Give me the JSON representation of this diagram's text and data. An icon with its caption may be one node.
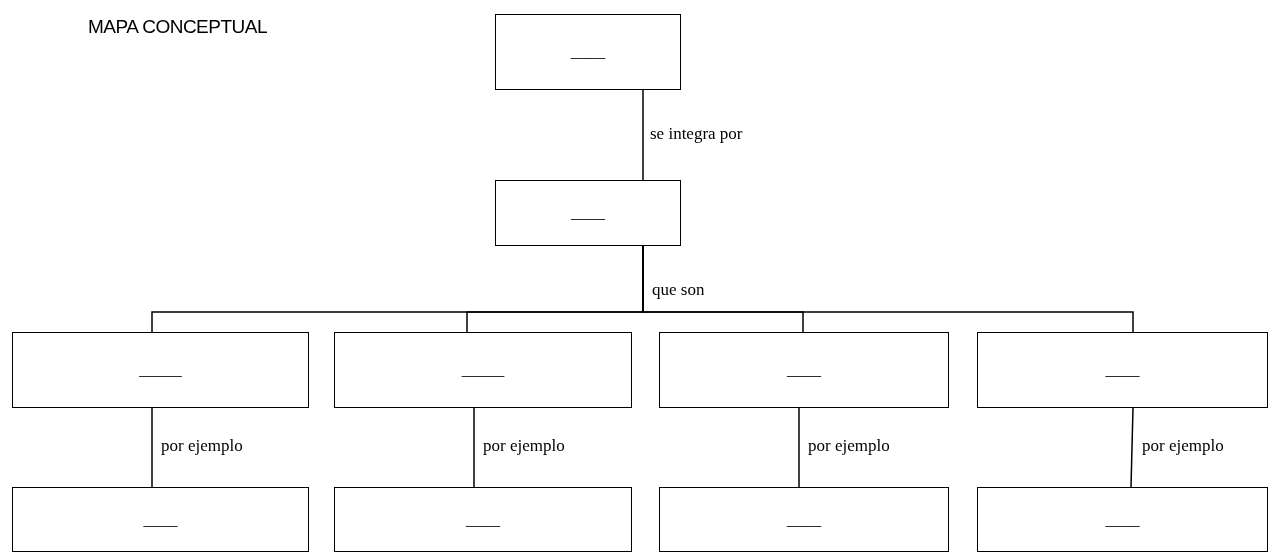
{
  "diagram": {
    "title": "MAPA CONCEPTUAL",
    "nodes": [
      {
        "text": [
          "____"
        ]
      },
      {
        "text": [
          "____"
        ]
      },
      {
        "text": [
          "_____"
        ]
      },
      {
        "text": [
          "_____"
        ]
      },
      {
        "text": [
          "____"
        ]
      },
      {
        "text": [
          "____"
        ]
      },
      {
        "text": [
          "____"
        ]
      },
      {
        "text": [
          "____"
        ]
      },
      {
        "text": [
          "____"
        ]
      },
      {
        "text": [
          "____"
        ]
      }
    ],
    "edges": [
      {
        "from": 0,
        "to": 1,
        "arrow": "none",
        "label": "se integra por"
      },
      {
        "from": 1,
        "to": 2,
        "arrow": "none",
        "label": "que son"
      },
      {
        "from": 1,
        "to": 3,
        "arrow": "none"
      },
      {
        "from": 1,
        "to": 4,
        "arrow": "none"
      },
      {
        "from": 1,
        "to": 5,
        "arrow": "none"
      },
      {
        "from": 2,
        "to": 6,
        "arrow": "none",
        "label": "por ejemplo"
      },
      {
        "from": 3,
        "to": 7,
        "arrow": "none",
        "label": "por ejemplo"
      },
      {
        "from": 4,
        "to": 8,
        "arrow": "none",
        "label": "por ejemplo"
      },
      {
        "from": 5,
        "to": 9,
        "arrow": "none",
        "label": "por ejemplo"
      }
    ]
  }
}
